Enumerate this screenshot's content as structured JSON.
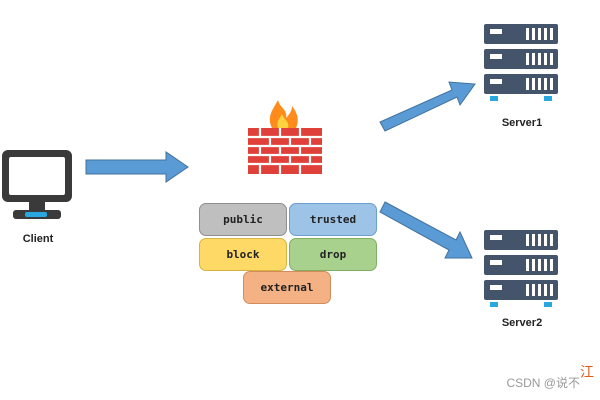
{
  "client": {
    "label": "Client"
  },
  "servers": [
    {
      "label": "Server1"
    },
    {
      "label": "Server2"
    }
  ],
  "zones": [
    {
      "label": "public",
      "color": "#bfbfbf",
      "border": "#8f8f8f"
    },
    {
      "label": "trusted",
      "color": "#9dc3e6",
      "border": "#6d9fd0"
    },
    {
      "label": "block",
      "color": "#ffd966",
      "border": "#d9b340"
    },
    {
      "label": "drop",
      "color": "#a9d18e",
      "border": "#7fae62"
    },
    {
      "label": "external",
      "color": "#f4b183",
      "border": "#d28c5c"
    }
  ],
  "colors": {
    "arrow": "#5b9bd5",
    "arrow_border": "#41719c",
    "server": "#44546a",
    "firewall": "#e0403a"
  },
  "watermark": {
    "text": "CSDN @说不",
    "accent": "江"
  }
}
